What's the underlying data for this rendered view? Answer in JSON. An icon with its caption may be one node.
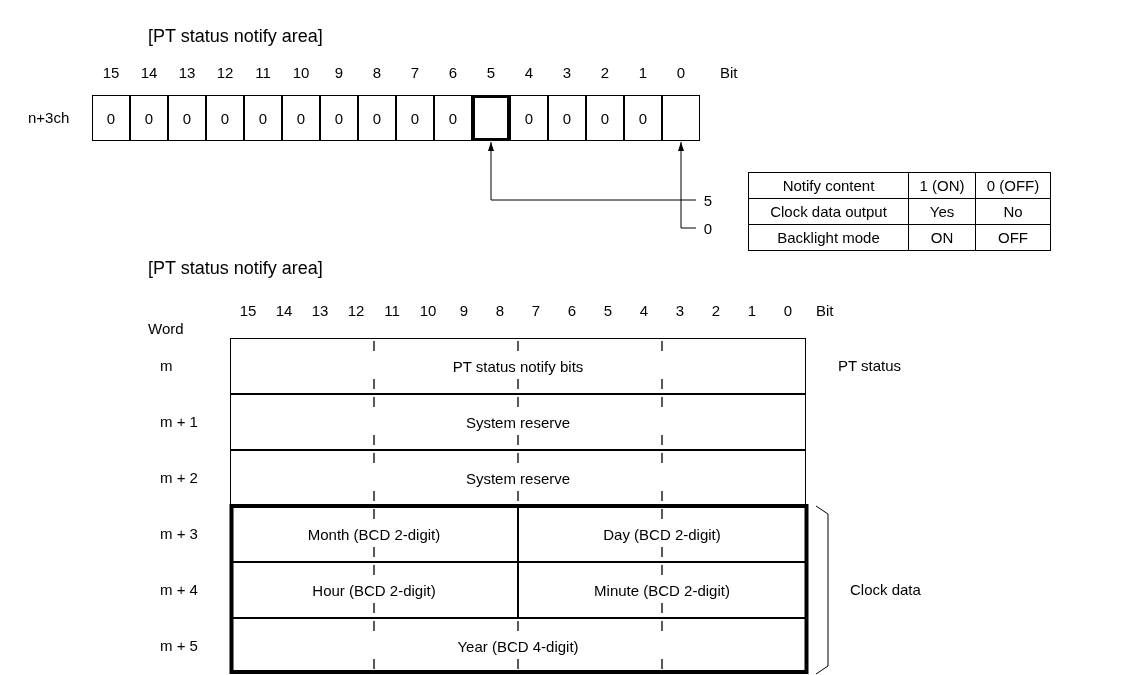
{
  "diagram": {
    "nodes": [
      {
        "text": [
          "0"
        ]
      },
      {
        "text": [
          "0"
        ]
      },
      {
        "text": [
          "0"
        ]
      },
      {
        "text": [
          "0"
        ]
      },
      {
        "text": [
          "0"
        ]
      },
      {
        "text": [
          "0"
        ]
      },
      {
        "text": [
          "0"
        ]
      },
      {
        "text": [
          "0"
        ]
      },
      {
        "text": [
          "0"
        ]
      },
      {
        "text": [
          "0"
        ]
      },
      {
        "text": [],
        "shape": "box"
      },
      {
        "text": [
          "0"
        ]
      },
      {
        "text": [
          "0"
        ]
      },
      {
        "text": [
          "0"
        ]
      },
      {
        "text": [
          "0"
        ]
      },
      {
        "text": [],
        "shape": "box"
      },
      {
        "text": [
          "5"
        ]
      },
      {
        "text": [
          "0"
        ]
      },
      {
        "text": [
          "PT status notify bits"
        ]
      },
      {
        "text": [
          "System reserve"
        ]
      },
      {
        "text": [
          "System reserve"
        ]
      },
      {
        "text": [
          "Month (BCD 2-digit)"
        ]
      },
      {
        "text": [
          "Day (BCD 2-digit)"
        ]
      },
      {
        "text": [
          "Hour (BCD 2-digit)"
        ]
      },
      {
        "text": [
          "Minute (BCD 2-digit)"
        ]
      },
      {
        "text": [
          "Year (BCD 4-digit)"
        ]
      }
    ],
    "edges": [
      {
        "from": 16,
        "to": 10,
        "arrow": "to"
      },
      {
        "from": 17,
        "to": 15,
        "arrow": "to"
      }
    ],
    "labels": [
      "[PT status notify area]",
      "15",
      "14",
      "13",
      "12",
      "11",
      "10",
      "9",
      "8",
      "7",
      "6",
      "5",
      "4",
      "3",
      "2",
      "1",
      "0",
      "Bit",
      "n+3ch",
      "Notify content",
      "1 (ON)",
      "0 (OFF)",
      "Clock data output",
      "Yes",
      "No",
      "Backlight mode",
      "ON",
      "OFF",
      "[PT status notify area]",
      "15",
      "14",
      "13",
      "12",
      "11",
      "10",
      "9",
      "8",
      "7",
      "6",
      "5",
      "4",
      "3",
      "2",
      "1",
      "0",
      "Bit",
      "Word",
      "m",
      "PT status",
      "m + 1",
      "m + 2",
      "m + 3",
      "m + 4",
      "m + 5",
      "Clock data"
    ]
  }
}
